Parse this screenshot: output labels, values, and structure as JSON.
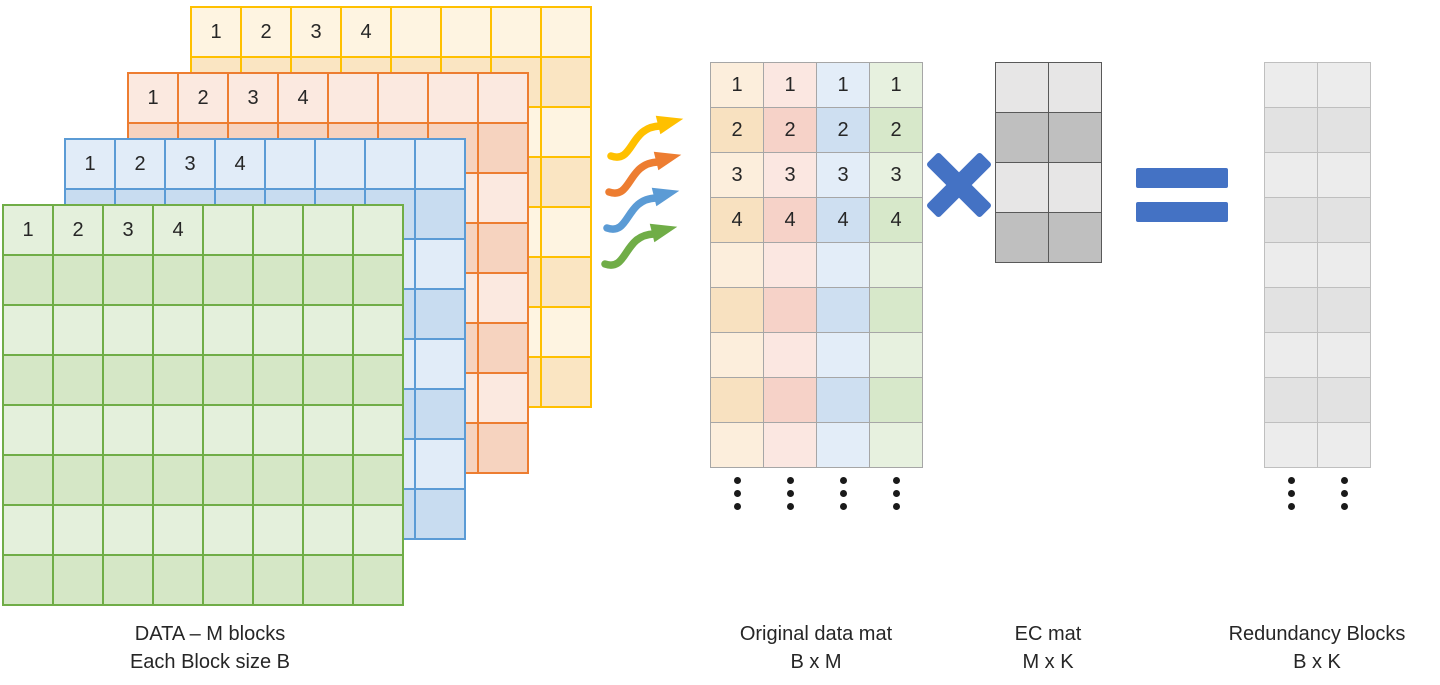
{
  "colors": {
    "accent_blue": "#4472C4",
    "dots": "#1a1a1a",
    "text": "#262626"
  },
  "data_blocks": {
    "rows": 8,
    "cols": 8,
    "header_numbers": [
      "1",
      "2",
      "3",
      "4"
    ],
    "layers": [
      {
        "name": "yellow",
        "border": "#FFC000",
        "fill_light": "#FEF4E1",
        "fill_dark": "#FAE5C2"
      },
      {
        "name": "orange",
        "border": "#ED7D31",
        "fill_light": "#FBE9E0",
        "fill_dark": "#F6D3BF"
      },
      {
        "name": "blue",
        "border": "#5B9BD5",
        "fill_light": "#E1ECF8",
        "fill_dark": "#C8DCF0"
      },
      {
        "name": "green",
        "border": "#70AD47",
        "fill_light": "#E4F0DC",
        "fill_dark": "#D5E7C6"
      }
    ],
    "caption_line1": "DATA – M blocks",
    "caption_line2": "Each Block size B"
  },
  "flow_arrows": [
    {
      "name": "yellow",
      "color": "#FFC000"
    },
    {
      "name": "orange",
      "color": "#ED7D31"
    },
    {
      "name": "blue",
      "color": "#5B9BD5"
    },
    {
      "name": "green",
      "color": "#70AD47"
    }
  ],
  "original_mat": {
    "rows": 9,
    "cols": 4,
    "border": "#A6A6A6",
    "row_numbers": [
      "1",
      "2",
      "3",
      "4"
    ],
    "columns": [
      {
        "fill_light": "#FCEEDC",
        "fill_dark": "#F8E1C0"
      },
      {
        "fill_light": "#FBE7E1",
        "fill_dark": "#F6D2C8"
      },
      {
        "fill_light": "#E3EDF8",
        "fill_dark": "#CEDFF1"
      },
      {
        "fill_light": "#E7F1DF",
        "fill_dark": "#D7E8CA"
      }
    ],
    "caption_line1": "Original data mat",
    "caption_line2": "B x M"
  },
  "ec_mat": {
    "rows": 4,
    "cols": 2,
    "border": "#595959",
    "fill_light": "#E7E6E6",
    "fill_dark": "#BFBFBF",
    "caption_line1": "EC mat",
    "caption_line2": "M x K"
  },
  "redundancy": {
    "rows": 9,
    "cols": 2,
    "border": "#BFBFBF",
    "fill_light": "#ECECEC",
    "fill_dark": "#E2E2E2",
    "caption_line1": "Redundancy Blocks",
    "caption_line2": "B x K"
  }
}
